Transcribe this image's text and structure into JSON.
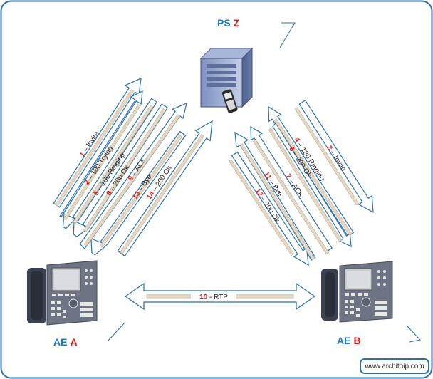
{
  "nodes": {
    "server": {
      "prefix": "PS",
      "letter": "Z"
    },
    "phone_a": {
      "prefix": "AE",
      "letter": "A"
    },
    "phone_b": {
      "prefix": "AE",
      "letter": "B"
    }
  },
  "left_messages": [
    {
      "num": "1",
      "text": " – Invite"
    },
    {
      "num": "2",
      "text": " – 100 Trying"
    },
    {
      "num": "5",
      "text": " – 180 Ringing"
    },
    {
      "num": "8",
      "text": " – 200 Ok"
    },
    {
      "num": "9",
      "text": " – ACK"
    },
    {
      "num": "13",
      "text": " – Bye"
    },
    {
      "num": "14",
      "text": " – 200 Ok"
    }
  ],
  "right_messages": [
    {
      "num": "3",
      "text": " – Invite"
    },
    {
      "num": "4",
      "text": " – 180 Ringing"
    },
    {
      "num": "6",
      "text": " – 200 Ok"
    },
    {
      "num": "7",
      "text": " – ACK"
    },
    {
      "num": "11",
      "text": " – Bye"
    },
    {
      "num": "12",
      "text": " – 200 Ok"
    }
  ],
  "rtp": {
    "num": "10",
    "text": " - RTP"
  },
  "footer": {
    "url": "www.architoip.com"
  },
  "colors": {
    "frame": "#2a6fb0",
    "accent": "#e02020",
    "label_blue": "#1f78c8",
    "arrow_fill": "#e3d9c6"
  }
}
